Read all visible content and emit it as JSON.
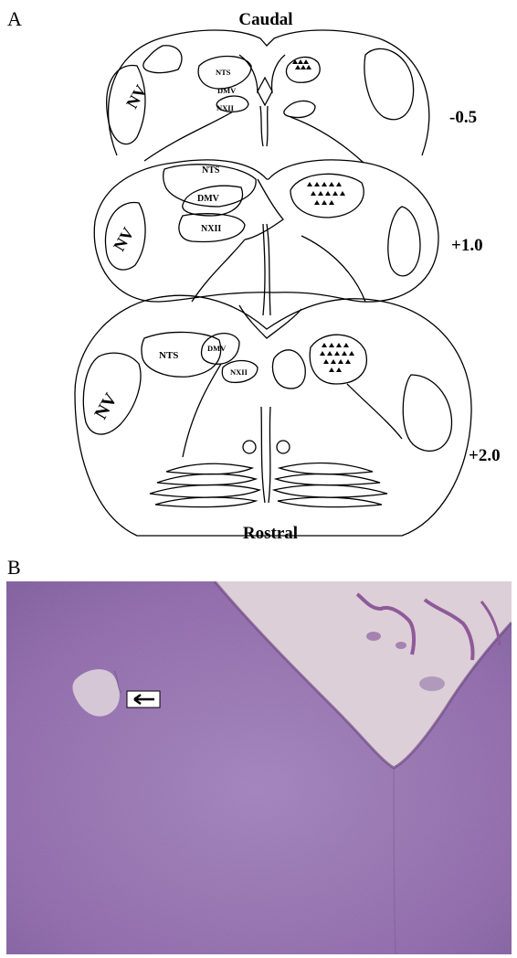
{
  "panelA": {
    "letter": "A",
    "top_label": "Caudal",
    "bottom_label": "Rostral",
    "levels": [
      "-0.5",
      "+1.0",
      "+2.0"
    ],
    "nuclei": [
      "NTS",
      "DMV",
      "NXII",
      "NV"
    ]
  },
  "panelB": {
    "letter": "B",
    "colors": {
      "tissue": "#8e6aa8",
      "ventricle": "#ddcfd8"
    }
  }
}
